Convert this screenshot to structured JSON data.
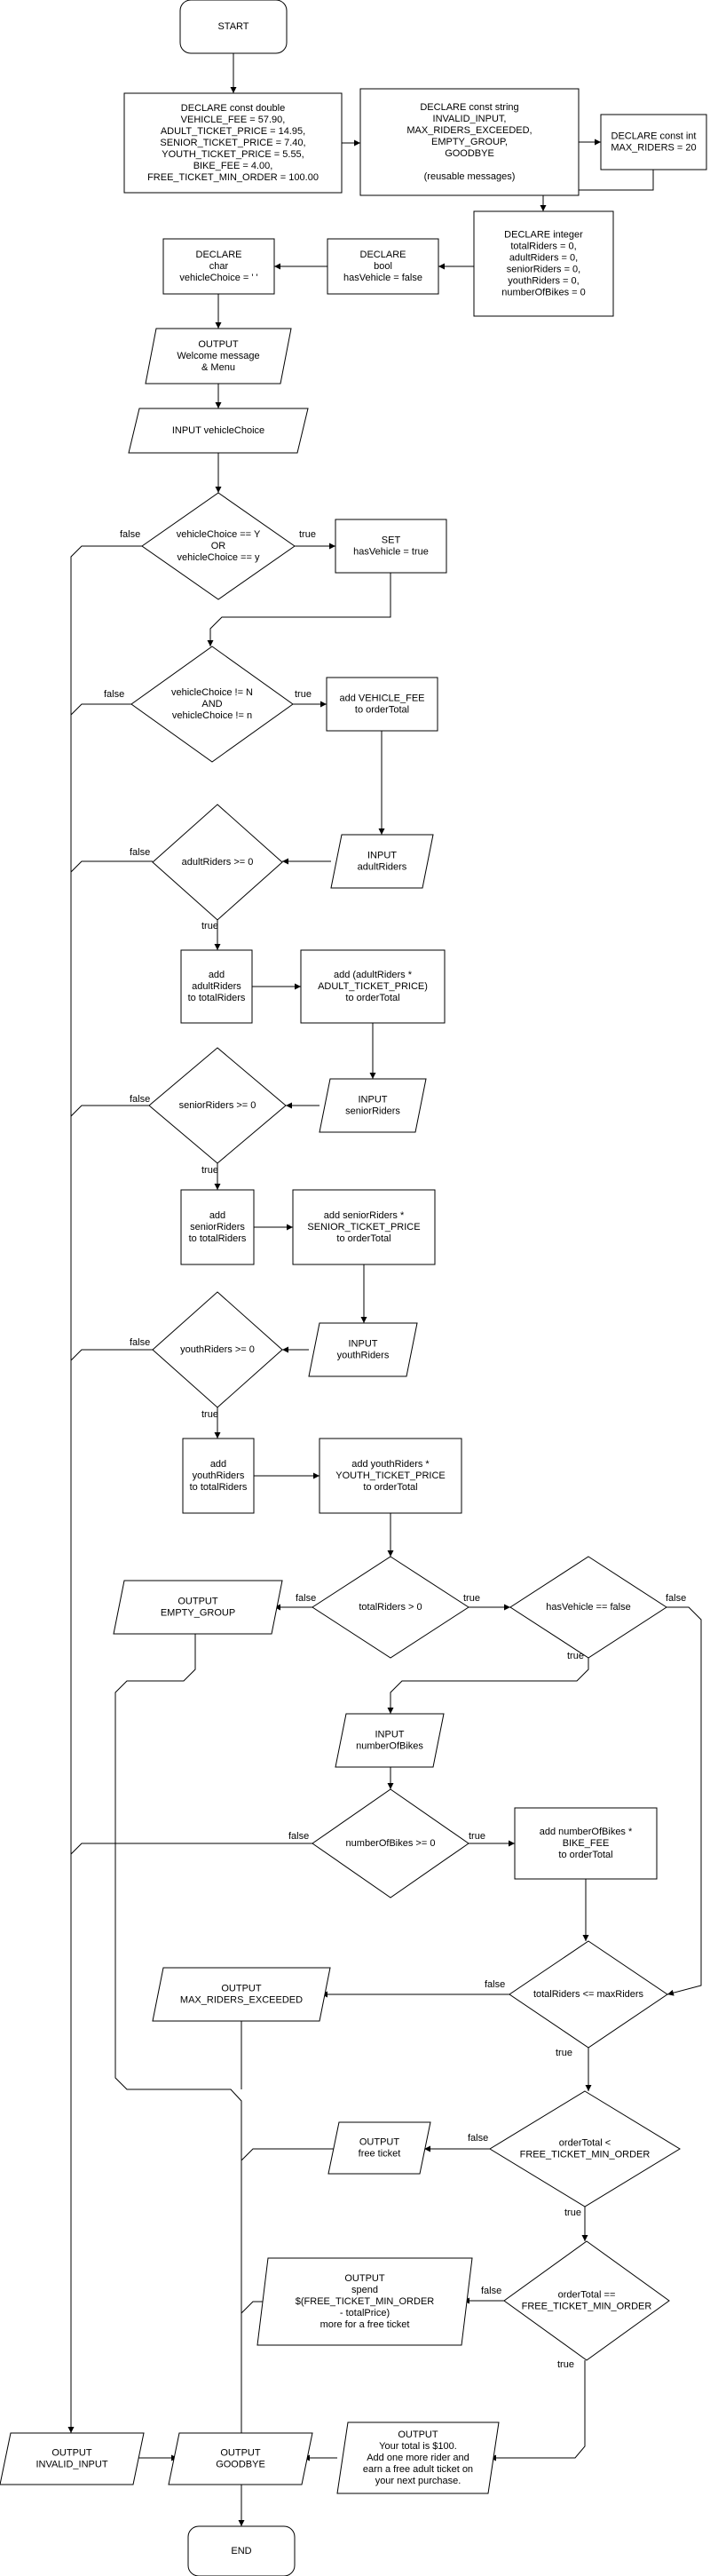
{
  "start": "START",
  "end": "END",
  "declare_doubles": [
    "DECLARE const double",
    "VEHICLE_FEE = 57.90,",
    "ADULT_TICKET_PRICE = 14.95,",
    "SENIOR_TICKET_PRICE = 7.40,",
    "YOUTH_TICKET_PRICE = 5.55,",
    "BIKE_FEE = 4.00,",
    "FREE_TICKET_MIN_ORDER = 100.00"
  ],
  "declare_strings": [
    "DECLARE const string",
    "INVALID_INPUT,",
    "MAX_RIDERS_EXCEEDED,",
    "EMPTY_GROUP,",
    "GOODBYE",
    "",
    "(reusable messages)"
  ],
  "declare_int": [
    "DECLARE const int",
    "MAX_RIDERS = 20"
  ],
  "declare_integers": [
    "DECLARE integer",
    "totalRiders = 0,",
    "adultRiders = 0,",
    "seniorRiders = 0,",
    "youthRiders = 0,",
    "numberOfBikes = 0"
  ],
  "declare_bool": [
    "DECLARE",
    "bool",
    "hasVehicle = false"
  ],
  "declare_char": [
    "DECLARE",
    "char",
    "vehicleChoice = ' '"
  ],
  "output_welcome": [
    "OUTPUT",
    "Welcome message",
    "& Menu"
  ],
  "input_vehicle": [
    "INPUT vehicleChoice"
  ],
  "dec_vehicle_yes": [
    "vehicleChoice == Y",
    "OR",
    "vehicleChoice == y"
  ],
  "set_has_vehicle": [
    "SET",
    "hasVehicle = true"
  ],
  "dec_vehicle_no": [
    "vehicleChoice != N",
    "AND",
    "vehicleChoice != n"
  ],
  "add_vehicle_fee": [
    "add VEHICLE_FEE",
    "to orderTotal"
  ],
  "input_adults": [
    "INPUT",
    "adultRiders"
  ],
  "dec_adults": [
    "adultRiders >= 0"
  ],
  "add_adults_total": [
    "add",
    "adultRiders",
    "to totalRiders"
  ],
  "add_adults_order": [
    "add (adultRiders *",
    "ADULT_TICKET_PRICE)",
    "to orderTotal"
  ],
  "input_seniors": [
    "INPUT",
    "seniorRiders"
  ],
  "dec_seniors": [
    "seniorRiders >= 0"
  ],
  "add_seniors_total": [
    "add",
    "seniorRiders",
    "to totalRiders"
  ],
  "add_seniors_order": [
    "add seniorRiders *",
    "SENIOR_TICKET_PRICE",
    "to orderTotal"
  ],
  "input_youth": [
    "INPUT",
    "youthRiders"
  ],
  "dec_youth": [
    "youthRiders >= 0"
  ],
  "add_youth_total": [
    "add",
    "youthRiders",
    "to totalRiders"
  ],
  "add_youth_order": [
    "add youthRiders *",
    "YOUTH_TICKET_PRICE",
    "to orderTotal"
  ],
  "dec_total_riders": [
    "totalRiders > 0"
  ],
  "output_empty": [
    "OUTPUT",
    "EMPTY_GROUP"
  ],
  "dec_has_vehicle": [
    "hasVehicle == false"
  ],
  "input_bikes": [
    "INPUT",
    "numberOfBikes"
  ],
  "dec_bikes": [
    "numberOfBikes >= 0"
  ],
  "add_bike_fee": [
    "add numberOfBikes *",
    "BIKE_FEE",
    "to orderTotal"
  ],
  "dec_max_riders": [
    "totalRiders <= maxRiders"
  ],
  "output_max": [
    "OUTPUT",
    "MAX_RIDERS_EXCEEDED"
  ],
  "dec_order_less": [
    "orderTotal <",
    "FREE_TICKET_MIN_ORDER"
  ],
  "output_free": [
    "OUTPUT",
    "free ticket"
  ],
  "dec_order_equal": [
    "orderTotal ==",
    "FREE_TICKET_MIN_ORDER"
  ],
  "output_spend": [
    "OUTPUT",
    "spend",
    "$(FREE_TICKET_MIN_ORDER",
    "- totalPrice)",
    "more for a free ticket"
  ],
  "output_total_100": [
    "OUTPUT",
    "Your total is $100.",
    "Add one more rider and",
    "earn a free adult ticket on",
    "your next purchase."
  ],
  "output_invalid": [
    "OUTPUT",
    "INVALID_INPUT"
  ],
  "output_goodbye": [
    "OUTPUT",
    "GOODBYE"
  ],
  "edge_labels": {
    "true": "true",
    "false": "false"
  }
}
